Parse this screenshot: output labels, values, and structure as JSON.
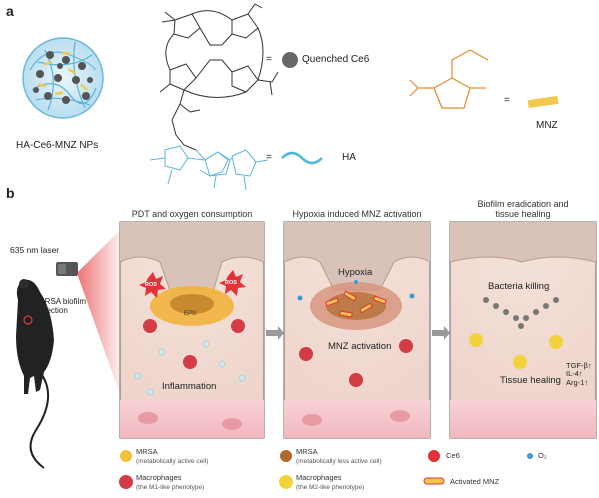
{
  "panel_a": {
    "letter": "a",
    "np_label": "HA-Ce6-MNZ NPs",
    "equals": "=",
    "quenched_ce6": "Quenched Ce6",
    "ha": "HA",
    "mnz": "MNZ"
  },
  "panel_b": {
    "letter": "b",
    "laser": "635 nm laser",
    "mouse_label": "MRSA biofilm\ninfection",
    "stage1": {
      "title": "PDT and oxygen consumption",
      "ros": "ROS",
      "eps": "EPS",
      "inflammation": "Inflammation"
    },
    "stage2": {
      "title": "Hypoxia induced MNZ activation",
      "hypoxia": "Hypoxia",
      "mnz_activation": "MNZ activation"
    },
    "stage3": {
      "title": "Biofilm eradication and\ntissue healing",
      "bacteria_killing": "Bacteria killing",
      "tissue_healing": "Tissue healing",
      "markers": "TGF-β↑\nIL-4↑\nArg-1↑"
    }
  },
  "legend": {
    "mrsa_active": "MRSA",
    "mrsa_active_sub": "(metabolically active cell)",
    "mrsa_less": "MRSA",
    "mrsa_less_sub": "(metabolically less active cell)",
    "ce6": "Ce6",
    "o2": "O₂",
    "m1": "Macrophages",
    "m1_sub": "(the M1-like phenotype)",
    "m2": "Macrophages",
    "m2_sub": "(the M2-like phenotype)",
    "activated_mnz": "Activated MNZ"
  },
  "colors": {
    "skin": "#f1dcd3",
    "epidermis": "#d9c3b8",
    "vessel": "#f5c9cf",
    "biofilm_gold": "#f2b33d",
    "biofilm_brown": "#b06a2c",
    "ce6_red": "#e0343a",
    "o2_blue": "#3a9ad9",
    "mnz_orange": "#f3c84c",
    "ha_blue": "#4fb6e0"
  }
}
